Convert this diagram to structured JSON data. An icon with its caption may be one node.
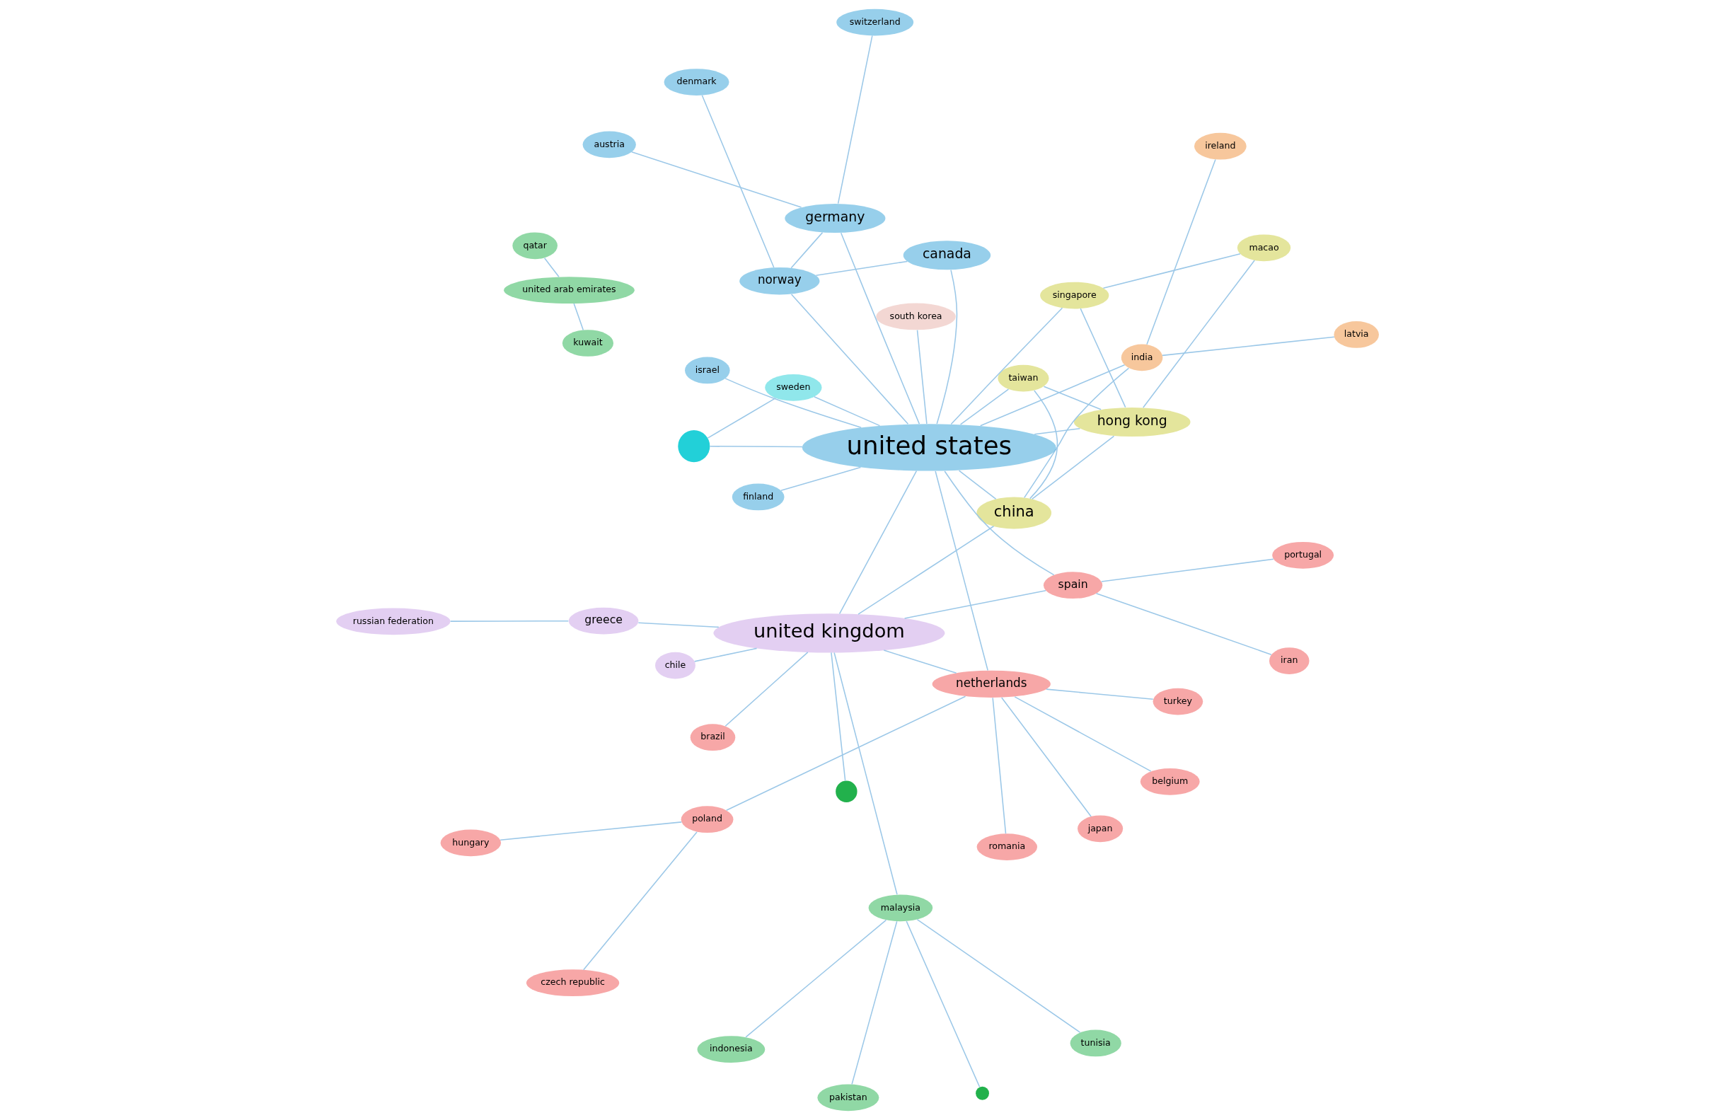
{
  "diagram": {
    "nodes": [
      {
        "text": [
          "chile"
        ]
      },
      {
        "text": [
          "macao"
        ]
      },
      {
        "text": [
          "hong kong"
        ]
      },
      {
        "text": [
          "singapore"
        ]
      },
      {
        "text": [
          "taiwan"
        ]
      },
      {
        "text": [
          "qatar"
        ]
      },
      {
        "text": [
          "indonesia"
        ]
      },
      {
        "text": [
          "united arab emirates"
        ]
      },
      {
        "text": [
          "kuwait"
        ]
      },
      {
        "text": [
          "malaysia"
        ]
      },
      {
        "text": [
          "tunisia"
        ]
      },
      {
        "text": [
          "pakistan"
        ]
      },
      {
        "text": [],
        "shape": "circle"
      },
      {
        "text": [
          "china"
        ]
      },
      {
        "text": [
          "india"
        ]
      },
      {
        "text": [
          "latvia"
        ]
      },
      {
        "text": [
          "ireland"
        ]
      },
      {
        "text": [
          "south korea"
        ]
      },
      {
        "text": [
          "united kingdom"
        ]
      },
      {
        "text": [],
        "shape": "circle"
      },
      {
        "text": [],
        "shape": "circle"
      },
      {
        "text": [
          "united states"
        ]
      },
      {
        "text": [
          "greece"
        ]
      },
      {
        "text": [
          "brazil"
        ]
      },
      {
        "text": [
          "finland"
        ]
      },
      {
        "text": [
          "belgium"
        ]
      },
      {
        "text": [
          "portugal"
        ]
      },
      {
        "text": [
          "spain"
        ]
      },
      {
        "text": [
          "iran"
        ]
      },
      {
        "text": [
          "canada"
        ]
      },
      {
        "text": [
          "russian federation"
        ]
      },
      {
        "text": [
          "romania"
        ]
      },
      {
        "text": [
          "netherlands"
        ]
      },
      {
        "text": [
          "turkey"
        ]
      },
      {
        "text": [
          "sweden"
        ]
      },
      {
        "text": [
          "poland"
        ]
      },
      {
        "text": [
          "hungary"
        ]
      },
      {
        "text": [
          "germany"
        ]
      },
      {
        "text": [
          "czech republic"
        ]
      },
      {
        "text": [
          "japan"
        ]
      },
      {
        "text": [
          "switzerland"
        ]
      },
      {
        "text": [
          "norway"
        ]
      },
      {
        "text": [
          "austria"
        ]
      },
      {
        "text": [
          "denmark"
        ]
      },
      {
        "text": [
          "israel"
        ]
      }
    ],
    "edges": [
      {
        "from": 21,
        "to": 18,
        "arrow": "none"
      },
      {
        "from": 21,
        "to": 13,
        "arrow": "none"
      },
      {
        "from": 21,
        "to": 2,
        "arrow": "none"
      },
      {
        "from": 21,
        "to": 29,
        "arrow": "none"
      },
      {
        "from": 21,
        "to": 37,
        "arrow": "none"
      },
      {
        "from": 21,
        "to": 41,
        "arrow": "none"
      },
      {
        "from": 21,
        "to": 44,
        "arrow": "none"
      },
      {
        "from": 21,
        "to": 4,
        "arrow": "none"
      },
      {
        "from": 21,
        "to": 14,
        "arrow": "none"
      },
      {
        "from": 21,
        "to": 3,
        "arrow": "none"
      },
      {
        "from": 21,
        "to": 27,
        "arrow": "none"
      },
      {
        "from": 21,
        "to": 32,
        "arrow": "none"
      },
      {
        "from": 21,
        "to": 17,
        "arrow": "none"
      },
      {
        "from": 21,
        "to": 34,
        "arrow": "none"
      },
      {
        "from": 21,
        "to": 24,
        "arrow": "none"
      },
      {
        "from": 21,
        "to": 20,
        "arrow": "none"
      },
      {
        "from": 18,
        "to": 22,
        "arrow": "none"
      },
      {
        "from": 18,
        "to": 13,
        "arrow": "none"
      },
      {
        "from": 18,
        "to": 9,
        "arrow": "none"
      },
      {
        "from": 18,
        "to": 32,
        "arrow": "none"
      },
      {
        "from": 18,
        "to": 27,
        "arrow": "none"
      },
      {
        "from": 18,
        "to": 0,
        "arrow": "none"
      },
      {
        "from": 18,
        "to": 23,
        "arrow": "none"
      },
      {
        "from": 18,
        "to": 19,
        "arrow": "none"
      },
      {
        "from": 2,
        "to": 13,
        "arrow": "none"
      },
      {
        "from": 2,
        "to": 3,
        "arrow": "none"
      },
      {
        "from": 2,
        "to": 4,
        "arrow": "none"
      },
      {
        "from": 2,
        "to": 1,
        "arrow": "none"
      },
      {
        "from": 1,
        "to": 3,
        "arrow": "none"
      },
      {
        "from": 13,
        "to": 4,
        "arrow": "none"
      },
      {
        "from": 13,
        "to": 14,
        "arrow": "none"
      },
      {
        "from": 14,
        "to": 16,
        "arrow": "none"
      },
      {
        "from": 14,
        "to": 15,
        "arrow": "none"
      },
      {
        "from": 37,
        "to": 41,
        "arrow": "none"
      },
      {
        "from": 37,
        "to": 40,
        "arrow": "none"
      },
      {
        "from": 37,
        "to": 42,
        "arrow": "none"
      },
      {
        "from": 29,
        "to": 41,
        "arrow": "none"
      },
      {
        "from": 41,
        "to": 43,
        "arrow": "none"
      },
      {
        "from": 9,
        "to": 6,
        "arrow": "none"
      },
      {
        "from": 9,
        "to": 11,
        "arrow": "none"
      },
      {
        "from": 9,
        "to": 10,
        "arrow": "none"
      },
      {
        "from": 7,
        "to": 5,
        "arrow": "none"
      },
      {
        "from": 7,
        "to": 8,
        "arrow": "none"
      },
      {
        "from": 9,
        "to": 12,
        "arrow": "none"
      },
      {
        "from": 27,
        "to": 26,
        "arrow": "none"
      },
      {
        "from": 27,
        "to": 28,
        "arrow": "none"
      },
      {
        "from": 32,
        "to": 35,
        "arrow": "none"
      },
      {
        "from": 35,
        "to": 38,
        "arrow": "none"
      },
      {
        "from": 32,
        "to": 33,
        "arrow": "none"
      },
      {
        "from": 32,
        "to": 25,
        "arrow": "none"
      },
      {
        "from": 32,
        "to": 31,
        "arrow": "none"
      },
      {
        "from": 35,
        "to": 36,
        "arrow": "none"
      },
      {
        "from": 32,
        "to": 39,
        "arrow": "none"
      },
      {
        "from": 22,
        "to": 30,
        "arrow": "none"
      },
      {
        "from": 20,
        "to": 34,
        "arrow": "none"
      }
    ]
  }
}
